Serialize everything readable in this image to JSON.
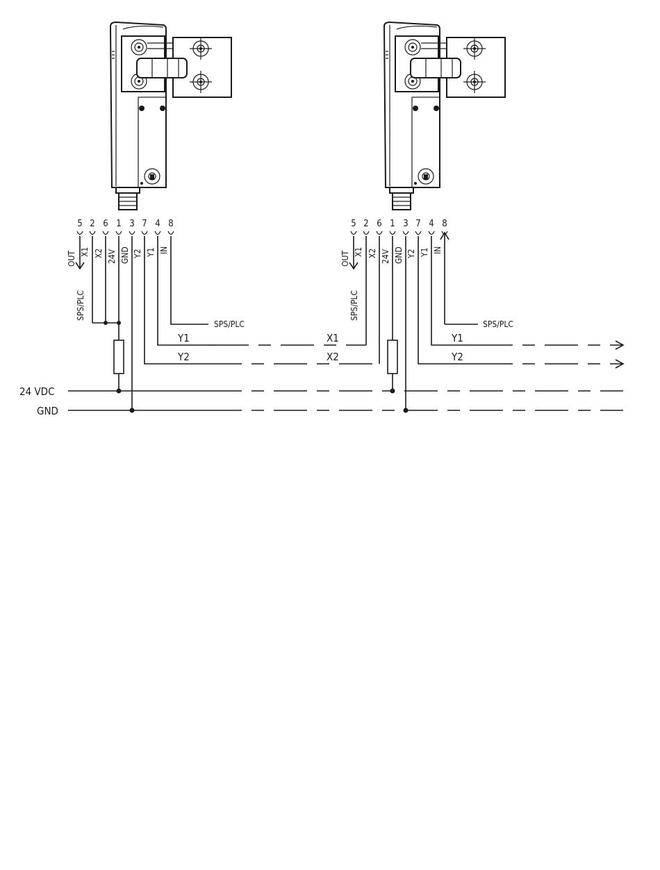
{
  "pins": {
    "order": [
      "5",
      "2",
      "6",
      "1",
      "3",
      "7",
      "4",
      "8"
    ],
    "signals": [
      "OUT",
      "X1",
      "X2",
      "24V",
      "GND",
      "Y2",
      "Y1",
      "IN"
    ]
  },
  "labels": {
    "sps_plc": "SPS/PLC",
    "y1": "Y1",
    "y2": "Y2",
    "x1": "X1",
    "x2": "X2",
    "supply": "24  VDC",
    "ground": "GND"
  },
  "colors": {
    "ink": "#1a1a1a",
    "background": "#ffffff"
  }
}
